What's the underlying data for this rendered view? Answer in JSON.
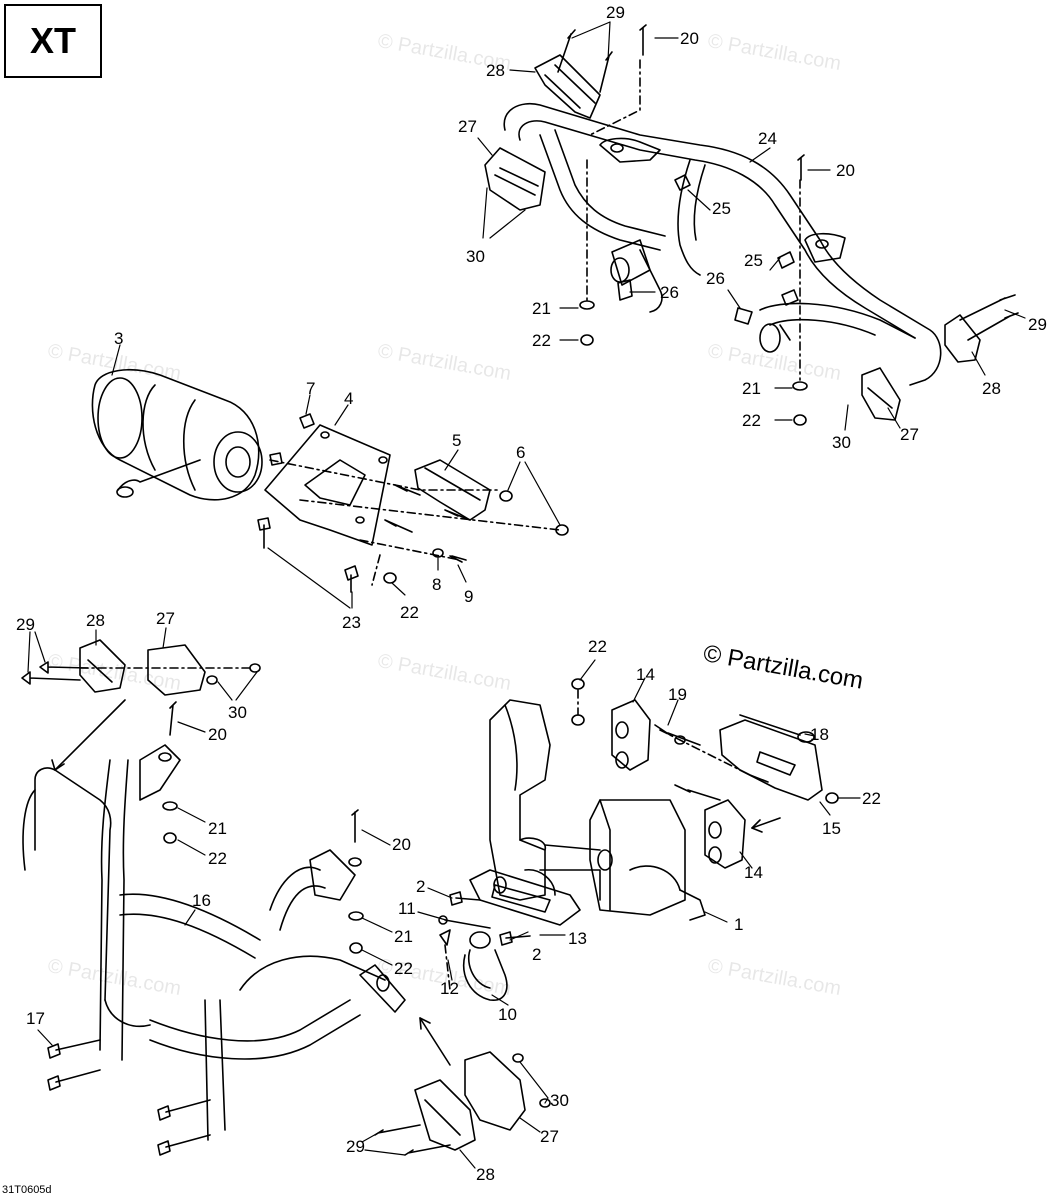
{
  "header": {
    "model_label": "XT"
  },
  "copyright": "© Partzilla.com",
  "watermark": "© Partzilla.com",
  "diagram_id": "31T0605d",
  "callouts": [
    {
      "id": "c29a",
      "label": "29"
    },
    {
      "id": "c20a",
      "label": "20"
    },
    {
      "id": "c28a",
      "label": "28"
    },
    {
      "id": "c27a",
      "label": "27"
    },
    {
      "id": "c24",
      "label": "24"
    },
    {
      "id": "c20b",
      "label": "20"
    },
    {
      "id": "c25a",
      "label": "25"
    },
    {
      "id": "c30a",
      "label": "30"
    },
    {
      "id": "c21a",
      "label": "21"
    },
    {
      "id": "c26a",
      "label": "26"
    },
    {
      "id": "c22a",
      "label": "22"
    },
    {
      "id": "c25b",
      "label": "25"
    },
    {
      "id": "c26b",
      "label": "26"
    },
    {
      "id": "c29b",
      "label": "29"
    },
    {
      "id": "c28b",
      "label": "28"
    },
    {
      "id": "c21b",
      "label": "21"
    },
    {
      "id": "c22b",
      "label": "22"
    },
    {
      "id": "c30b",
      "label": "30"
    },
    {
      "id": "c27b",
      "label": "27"
    },
    {
      "id": "c3",
      "label": "3"
    },
    {
      "id": "c7",
      "label": "7"
    },
    {
      "id": "c4",
      "label": "4"
    },
    {
      "id": "c5",
      "label": "5"
    },
    {
      "id": "c6",
      "label": "6"
    },
    {
      "id": "c8",
      "label": "8"
    },
    {
      "id": "c9",
      "label": "9"
    },
    {
      "id": "c22c",
      "label": "22"
    },
    {
      "id": "c23",
      "label": "23"
    },
    {
      "id": "c29c",
      "label": "29"
    },
    {
      "id": "c28c",
      "label": "28"
    },
    {
      "id": "c27c",
      "label": "27"
    },
    {
      "id": "c30c",
      "label": "30"
    },
    {
      "id": "c20c",
      "label": "20"
    },
    {
      "id": "c21c",
      "label": "21"
    },
    {
      "id": "c22d",
      "label": "22"
    },
    {
      "id": "c20d",
      "label": "20"
    },
    {
      "id": "c16",
      "label": "16"
    },
    {
      "id": "c21d",
      "label": "21"
    },
    {
      "id": "c22e",
      "label": "22"
    },
    {
      "id": "c17",
      "label": "17"
    },
    {
      "id": "c22f",
      "label": "22"
    },
    {
      "id": "c14a",
      "label": "14"
    },
    {
      "id": "c19",
      "label": "19"
    },
    {
      "id": "c18",
      "label": "18"
    },
    {
      "id": "c22g",
      "label": "22"
    },
    {
      "id": "c15",
      "label": "15"
    },
    {
      "id": "c14b",
      "label": "14"
    },
    {
      "id": "c2a",
      "label": "2"
    },
    {
      "id": "c11",
      "label": "11"
    },
    {
      "id": "c13",
      "label": "13"
    },
    {
      "id": "c2b",
      "label": "2"
    },
    {
      "id": "c1",
      "label": "1"
    },
    {
      "id": "c12",
      "label": "12"
    },
    {
      "id": "c10",
      "label": "10"
    },
    {
      "id": "c30d",
      "label": "30"
    },
    {
      "id": "c27d",
      "label": "27"
    },
    {
      "id": "c29d",
      "label": "29"
    },
    {
      "id": "c28d",
      "label": "28"
    }
  ]
}
